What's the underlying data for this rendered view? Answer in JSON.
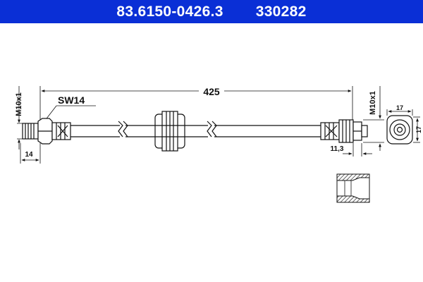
{
  "header": {
    "part_number": "83.6150-0426.3",
    "alt_number": "330282",
    "background": "#0a2fd6",
    "text_color": "#ffffff"
  },
  "drawing": {
    "length": "425",
    "wrench_size": "SW14",
    "thread_left": "M10x1",
    "thread_right": "M10x1",
    "dim_left_fitting": "14",
    "dim_right_fitting": "11,3",
    "end_view_width": "17",
    "end_view_height": "17"
  }
}
